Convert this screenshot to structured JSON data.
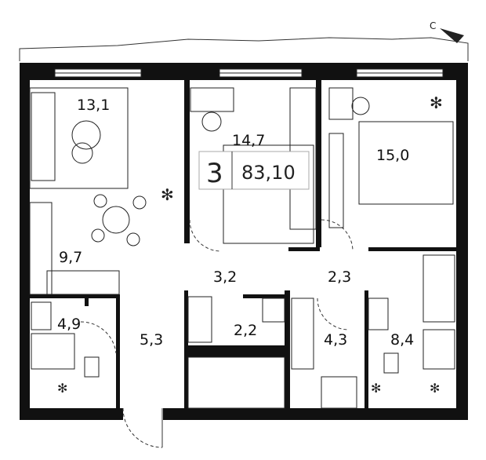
{
  "compass": {
    "label": "С"
  },
  "summary": {
    "rooms": "3",
    "total_area": "83,10"
  },
  "rooms": [
    {
      "id": "living",
      "area": "13,1"
    },
    {
      "id": "bedroom-middle",
      "area": "14,7"
    },
    {
      "id": "bedroom-master",
      "area": "15,0"
    },
    {
      "id": "kitchen",
      "area": "9,7"
    },
    {
      "id": "hall-central",
      "area": "3,2"
    },
    {
      "id": "corridor-right",
      "area": "2,3"
    },
    {
      "id": "bathroom-left",
      "area": "4,9"
    },
    {
      "id": "entry-hall",
      "area": "5,3"
    },
    {
      "id": "laundry",
      "area": "2,2"
    },
    {
      "id": "wardrobe",
      "area": "4,3"
    },
    {
      "id": "bathroom-right",
      "area": "8,4"
    }
  ]
}
